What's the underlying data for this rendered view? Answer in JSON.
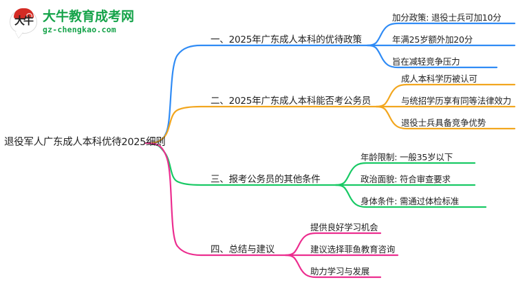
{
  "logo": {
    "mark_char": "大牛",
    "brand_name": "大牛教育成考网",
    "url": "gz-chengkao.com",
    "brand_color": "#16a34a",
    "mark_color": "#d42b24"
  },
  "mindmap": {
    "root": "退役军人广东成人本科优待2025细则",
    "branches": [
      {
        "label": "一、2025年广东成人本科的优待政策",
        "color": "#2f8bf5",
        "children": [
          "加分政策: 退役士兵可加10分",
          "年满25岁额外加20分",
          "旨在减轻竞争压力"
        ]
      },
      {
        "label": "二、2025年广东成人本科能否考公务员",
        "color": "#f2a61e",
        "children": [
          "成人本科学历被认可",
          "与统招学历享有同等法律效力",
          "退役士兵具备竞争优势"
        ]
      },
      {
        "label": "三、报考公务员的其他条件",
        "color": "#18c964",
        "children": [
          "年龄限制: 一般35岁以下",
          "政治面貌: 符合审查要求",
          "身体条件: 需通过体检标准"
        ]
      },
      {
        "label": "四、总结与建议",
        "color": "#ec2d8f",
        "children": [
          "提供良好学习机会",
          "建议选择菲鱼教育咨询",
          "助力学习与发展"
        ]
      }
    ]
  }
}
